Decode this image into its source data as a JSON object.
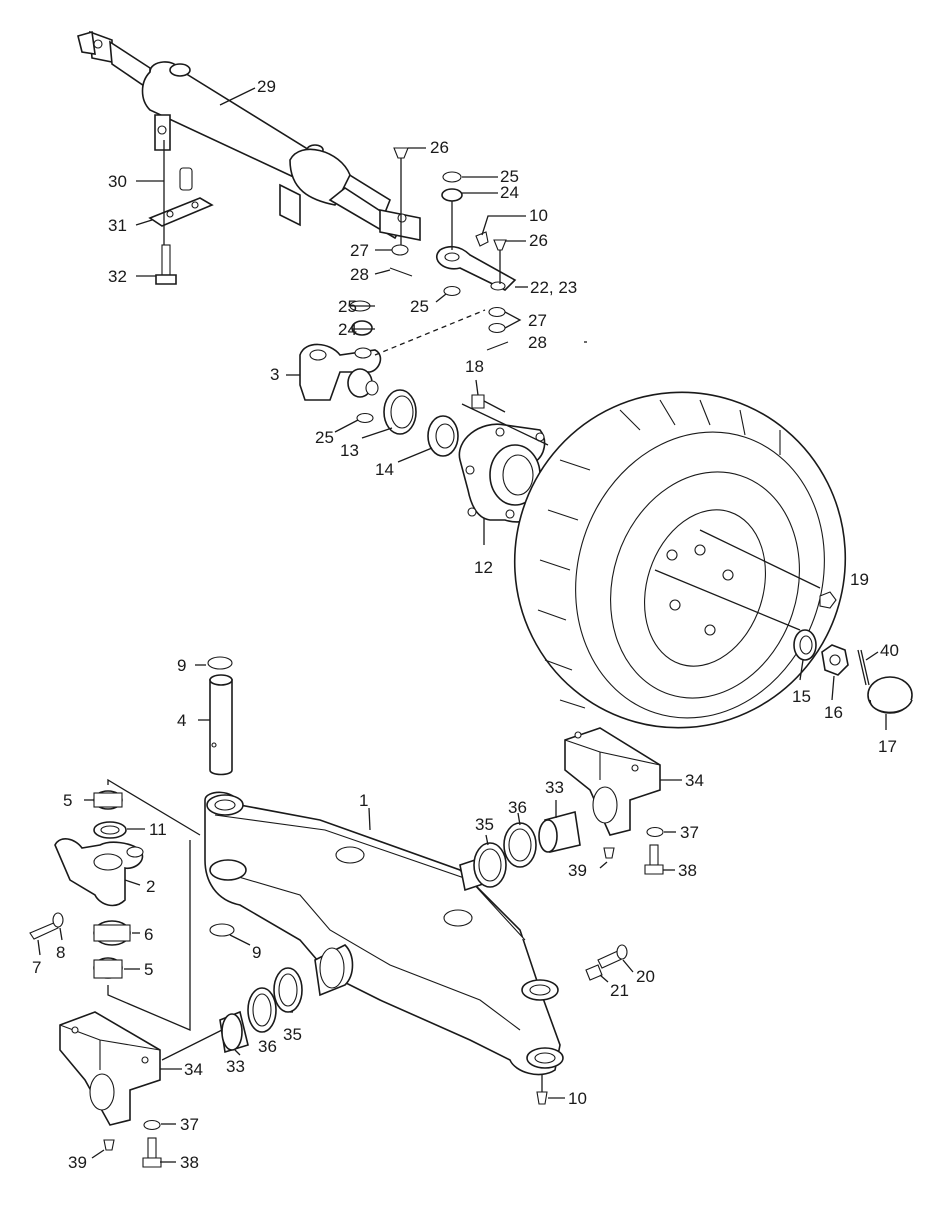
{
  "callouts": [
    {
      "id": "c29",
      "label": "29"
    },
    {
      "id": "c26a",
      "label": "26"
    },
    {
      "id": "c25a",
      "label": "25"
    },
    {
      "id": "c24a",
      "label": "24"
    },
    {
      "id": "c10a",
      "label": "10"
    },
    {
      "id": "c26b",
      "label": "26"
    },
    {
      "id": "c30",
      "label": "30"
    },
    {
      "id": "c31",
      "label": "31"
    },
    {
      "id": "c32",
      "label": "32"
    },
    {
      "id": "c27a",
      "label": "27"
    },
    {
      "id": "c28a",
      "label": "28"
    },
    {
      "id": "c25b",
      "label": "25"
    },
    {
      "id": "c22",
      "label": "22, 23"
    },
    {
      "id": "c25c",
      "label": "25"
    },
    {
      "id": "c24b",
      "label": "24"
    },
    {
      "id": "c27b",
      "label": "27"
    },
    {
      "id": "c28b",
      "label": "28"
    },
    {
      "id": "c3",
      "label": "3"
    },
    {
      "id": "c18",
      "label": "18"
    },
    {
      "id": "c25d",
      "label": "25"
    },
    {
      "id": "c13",
      "label": "13"
    },
    {
      "id": "c14",
      "label": "14"
    },
    {
      "id": "c12",
      "label": "12"
    },
    {
      "id": "c19",
      "label": "19"
    },
    {
      "id": "c40",
      "label": "40"
    },
    {
      "id": "c15",
      "label": "15"
    },
    {
      "id": "c16",
      "label": "16"
    },
    {
      "id": "c17",
      "label": "17"
    },
    {
      "id": "c9a",
      "label": "9"
    },
    {
      "id": "c4",
      "label": "4"
    },
    {
      "id": "c1",
      "label": "1"
    },
    {
      "id": "c34a",
      "label": "34"
    },
    {
      "id": "c33a",
      "label": "33"
    },
    {
      "id": "c36a",
      "label": "36"
    },
    {
      "id": "c35a",
      "label": "35"
    },
    {
      "id": "c37a",
      "label": "37"
    },
    {
      "id": "c39a",
      "label": "39"
    },
    {
      "id": "c38a",
      "label": "38"
    },
    {
      "id": "c5a",
      "label": "5"
    },
    {
      "id": "c11",
      "label": "11"
    },
    {
      "id": "c2",
      "label": "2"
    },
    {
      "id": "c6",
      "label": "6"
    },
    {
      "id": "c7",
      "label": "7"
    },
    {
      "id": "c8",
      "label": "8"
    },
    {
      "id": "c9b",
      "label": "9"
    },
    {
      "id": "c5b",
      "label": "5"
    },
    {
      "id": "c20",
      "label": "20"
    },
    {
      "id": "c21",
      "label": "21"
    },
    {
      "id": "c33b",
      "label": "33"
    },
    {
      "id": "c36b",
      "label": "36"
    },
    {
      "id": "c35b",
      "label": "35"
    },
    {
      "id": "c34b",
      "label": "34"
    },
    {
      "id": "c37b",
      "label": "37"
    },
    {
      "id": "c10b",
      "label": "10"
    },
    {
      "id": "c39b",
      "label": "39"
    },
    {
      "id": "c38b",
      "label": "38"
    }
  ]
}
